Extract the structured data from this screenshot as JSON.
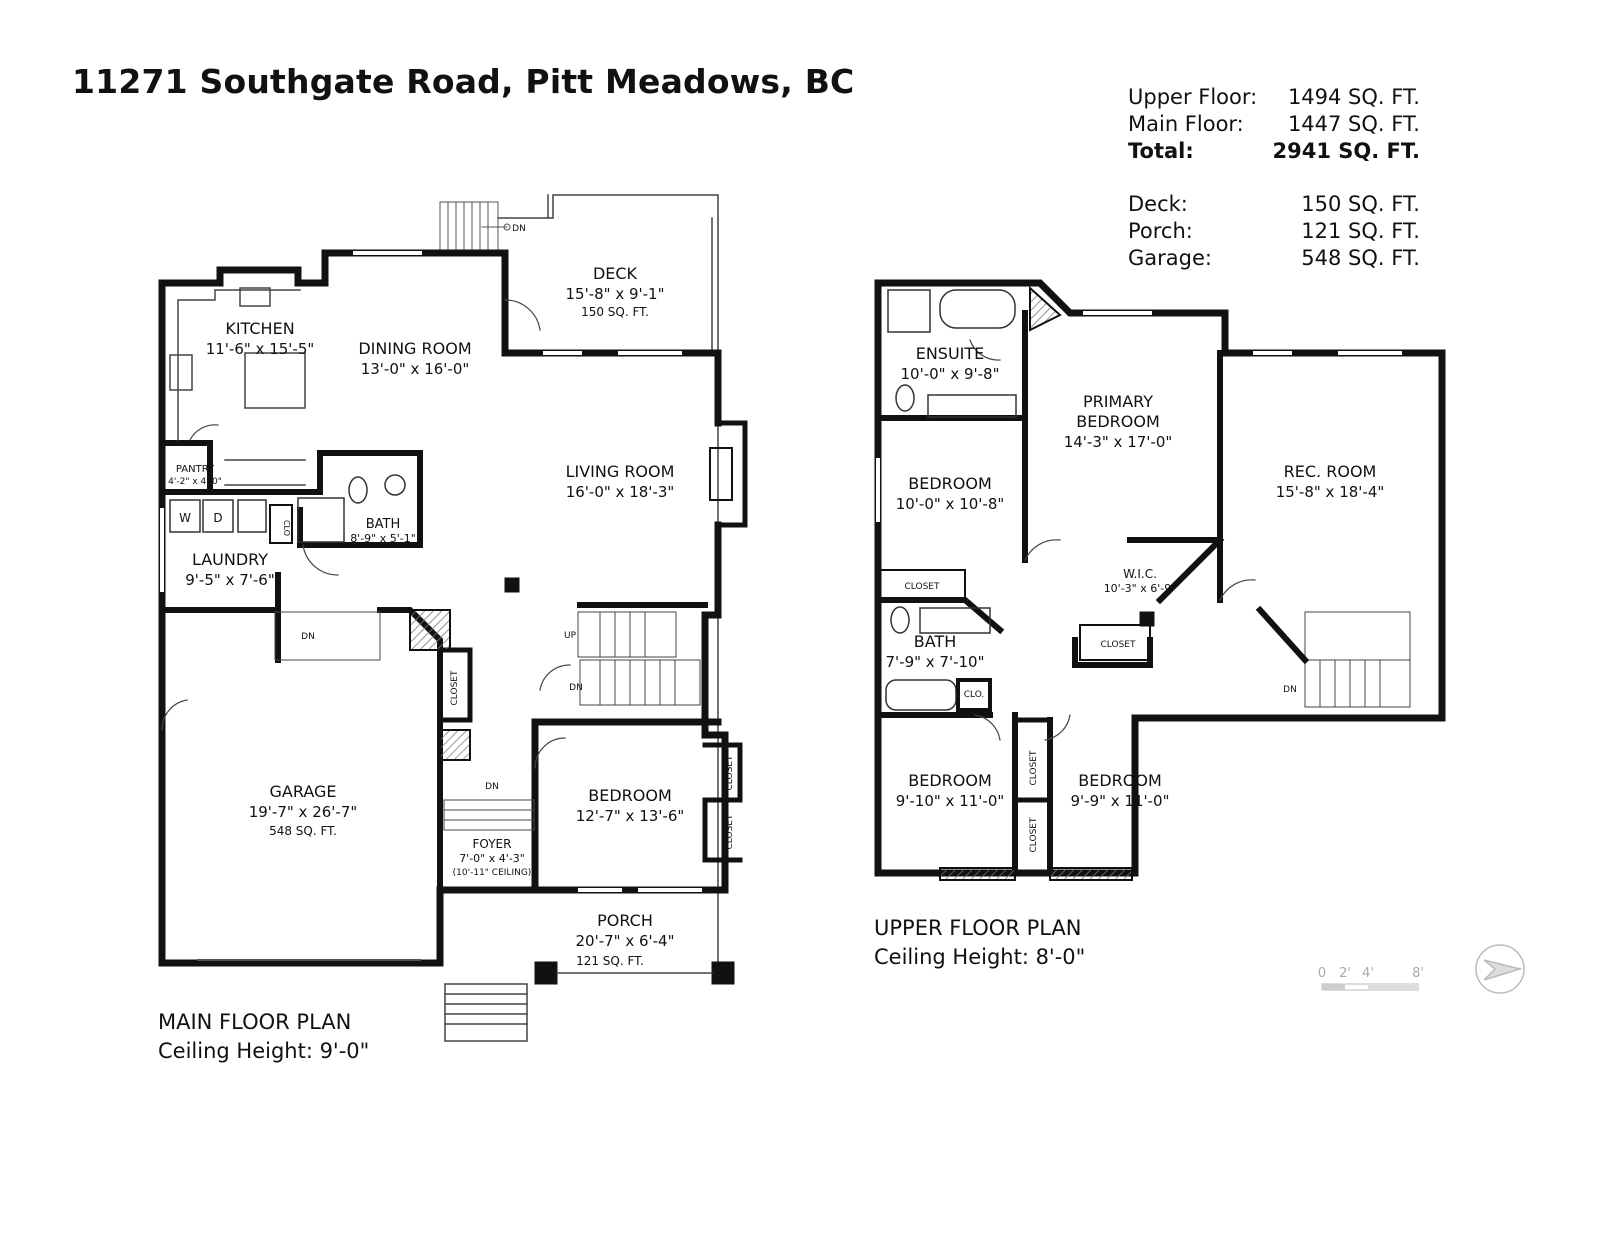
{
  "title": "11271 Southgate Road, Pitt Meadows, BC",
  "areas": {
    "upper_label": "Upper Floor:",
    "upper_value": "1494 SQ. FT.",
    "main_label": "Main Floor:",
    "main_value": "1447 SQ. FT.",
    "total_label": "Total:",
    "total_value": "2941 SQ. FT.",
    "deck_label": "Deck:",
    "deck_value": "150 SQ. FT.",
    "porch_label": "Porch:",
    "porch_value": "121 SQ. FT.",
    "garage_label": "Garage:",
    "garage_value": "548 SQ. FT."
  },
  "main_floor": {
    "caption": "MAIN FLOOR PLAN",
    "ceiling": "Ceiling Height: 9'-0\"",
    "rooms": {
      "kitchen": {
        "name": "KITCHEN",
        "dims": "11'-6\" x 15'-5\""
      },
      "dining": {
        "name": "DINING ROOM",
        "dims": "13'-0\"  x 16'-0\""
      },
      "deck": {
        "name": "DECK",
        "dims": "15'-8\" x 9'-1\"",
        "area": "150 SQ. FT."
      },
      "living": {
        "name": "LIVING ROOM",
        "dims": "16'-0\" x 18'-3\""
      },
      "pantry": {
        "name": "PANTRY",
        "dims": "4'-2\" x 4'-0\""
      },
      "bath": {
        "name": "BATH",
        "dims": "8'-9\" x 5'-1\""
      },
      "laundry": {
        "name": "LAUNDRY",
        "dims": "9'-5\" x 7'-6\""
      },
      "garage": {
        "name": "GARAGE",
        "dims": "19'-7\" x 26'-7\"",
        "area": "548 SQ. FT."
      },
      "bedroom": {
        "name": "BEDROOM",
        "dims": "12'-7\" x 13'-6\""
      },
      "foyer": {
        "name": "FOYER",
        "dims": "7'-0\" x 4'-3\"",
        "note": "(10'-11\" CEILING)"
      },
      "porch": {
        "name": "PORCH",
        "dims": "20'-7\" x 6'-4\"",
        "area": "121 SQ. FT."
      }
    },
    "marks": {
      "washer": "W",
      "dryer": "D",
      "clo": "CLO",
      "closet1": "CLOSET",
      "closet2": "CLOSET",
      "closet3": "CLOSET",
      "dn_deck": "DN",
      "dn_garage": "DN",
      "dn_stair": "DN",
      "up_stair": "UP",
      "dn_foyer": "DN"
    }
  },
  "upper_floor": {
    "caption": "UPPER FLOOR PLAN",
    "ceiling": "Ceiling Height: 8'-0\"",
    "rooms": {
      "ensuite": {
        "name": "ENSUITE",
        "dims": "10'-0\" x 9'-8\""
      },
      "primary": {
        "name": "PRIMARY",
        "name2": "BEDROOM",
        "dims": "14'-3\" x 17'-0\""
      },
      "rec": {
        "name": "REC. ROOM",
        "dims": "15'-8\" x 18'-4\""
      },
      "bedroom1": {
        "name": "BEDROOM",
        "dims": "10'-0\" x 10'-8\""
      },
      "wic": {
        "name": "W.I.C.",
        "dims": "10'-3\" x 6'-9\""
      },
      "bath": {
        "name": "BATH",
        "dims": "7'-9\" x 7'-10\""
      },
      "bedroom2": {
        "name": "BEDROOM",
        "dims": "9'-10\" x 11'-0\""
      },
      "bedroom3": {
        "name": "BEDROOM",
        "dims": "9'-9\" x 11'-0\""
      }
    },
    "marks": {
      "closet1": "CLOSET",
      "closet2": "CLOSET",
      "closet3": "CLOSET",
      "closet4": "CLOSET",
      "clo": "CLO.",
      "dn": "DN"
    }
  },
  "scale": {
    "t0": "0",
    "t2": "2'",
    "t4": "4'",
    "t8": "8'"
  },
  "colors": {
    "wall": "#111111",
    "line": "#333333",
    "hatch": "#888888"
  }
}
